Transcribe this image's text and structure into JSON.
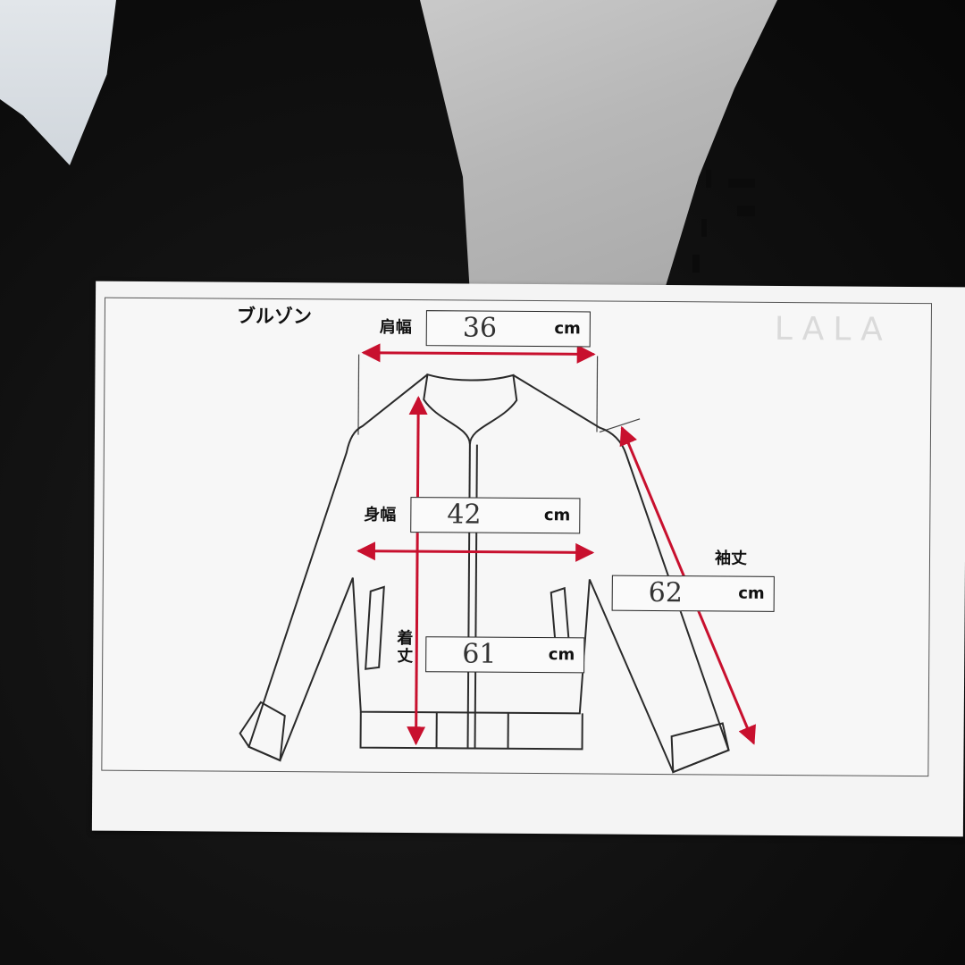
{
  "label": {
    "title": "ブルゾン",
    "shoulder": {
      "label": "肩幅",
      "value": "36",
      "unit": "cm"
    },
    "body_width": {
      "label": "身幅",
      "value": "42",
      "unit": "cm"
    },
    "sleeve": {
      "label": "袖丈",
      "value": "62",
      "unit": "cm"
    },
    "length": {
      "label": "着丈",
      "value": "61",
      "unit": "cm"
    }
  },
  "colors": {
    "arrow": "#c8102e",
    "fabric_dark": "#111111",
    "fabric_print": "#bdbdbd",
    "paper": "#f4f4f4"
  }
}
